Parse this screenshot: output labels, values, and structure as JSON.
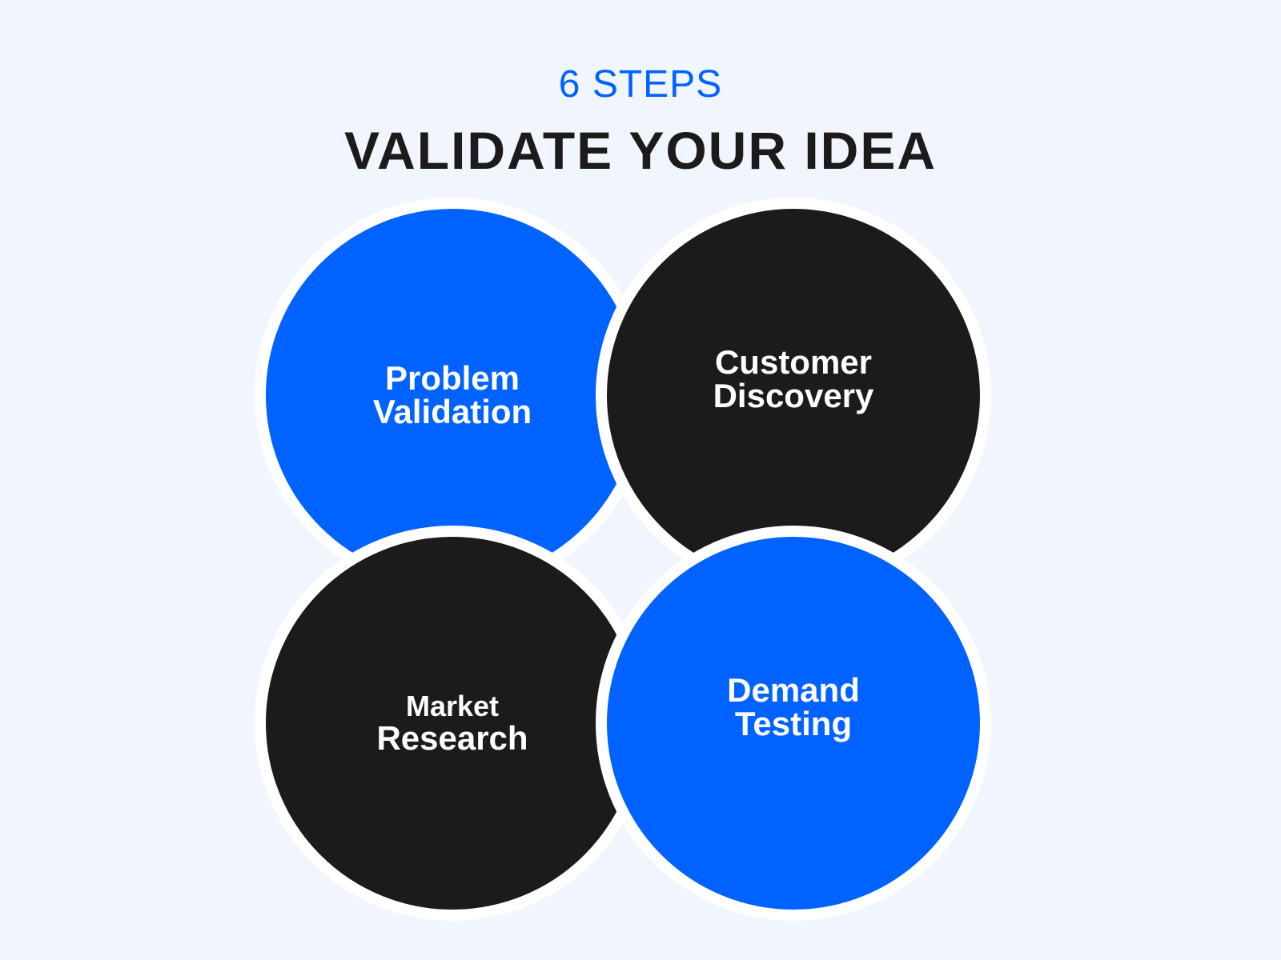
{
  "header": {
    "subtitle": "6 STEPS",
    "title": "VALIDATE YOUR IDEA"
  },
  "steps": [
    {
      "line1": "Problem",
      "line2": "Validation",
      "color": "#0062ff"
    },
    {
      "line1": "Customer",
      "line2": "Discovery",
      "color": "#1c1a1b"
    },
    {
      "line1": "Market",
      "line2": "Research",
      "color": "#1c1a1b"
    },
    {
      "line1": "Demand",
      "line2": "Testing",
      "color": "#0062ff"
    }
  ]
}
